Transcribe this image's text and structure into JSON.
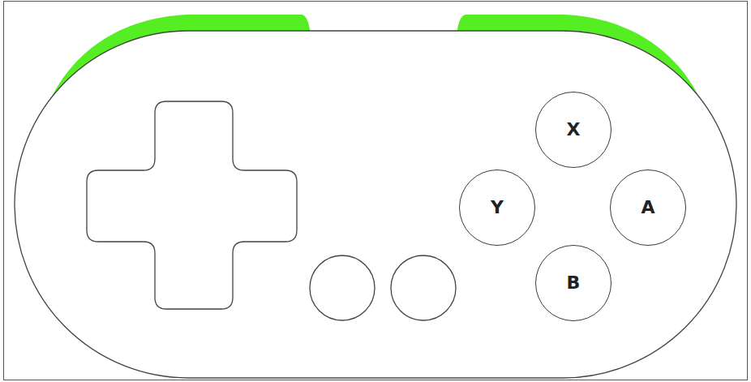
{
  "diagram": {
    "nodes": [
      {
        "text": [
          "X"
        ]
      },
      {
        "text": [
          "Y"
        ]
      },
      {
        "text": [
          "A"
        ]
      },
      {
        "text": [
          "B"
        ]
      }
    ]
  }
}
